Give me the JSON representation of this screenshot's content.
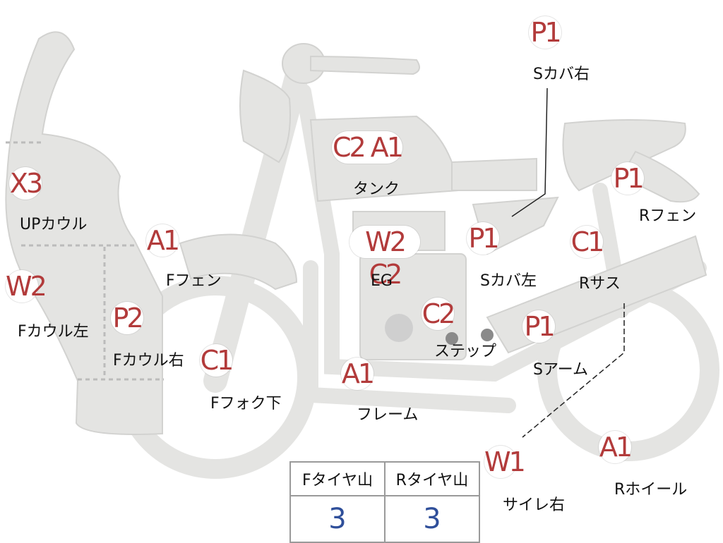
{
  "parts": [
    {
      "code": "X3",
      "label": "UPカウル"
    },
    {
      "code": "W2",
      "label": "Fカウル左"
    },
    {
      "code": "P2",
      "label": "Fカウル右"
    },
    {
      "code": "A1",
      "label": "Fフェン"
    },
    {
      "code": "C1",
      "label": "Fフォク下"
    },
    {
      "code": "C2 A1",
      "label": "タンク"
    },
    {
      "code": "W2 C2",
      "label": "EG"
    },
    {
      "code": "C2",
      "label": "ステップ"
    },
    {
      "code": "A1",
      "label": "フレーム"
    },
    {
      "code": "P1",
      "label": "Sカバ右"
    },
    {
      "code": "P1",
      "label": "Sカバ左"
    },
    {
      "code": "P1",
      "label": "Rフェン"
    },
    {
      "code": "C1",
      "label": "Rサス"
    },
    {
      "code": "P1",
      "label": "Sアーム"
    },
    {
      "code": "W1",
      "label": "サイレ右"
    },
    {
      "code": "A1",
      "label": "Rホイール"
    }
  ],
  "tire_table": {
    "headers": [
      "Fタイヤ山",
      "Rタイヤ山"
    ],
    "values": [
      "3",
      "3"
    ]
  },
  "colors": {
    "body": "#e4e4e2",
    "outline": "#cfcfcd",
    "code": "#b23b3b",
    "value": "#2f4f9a"
  }
}
